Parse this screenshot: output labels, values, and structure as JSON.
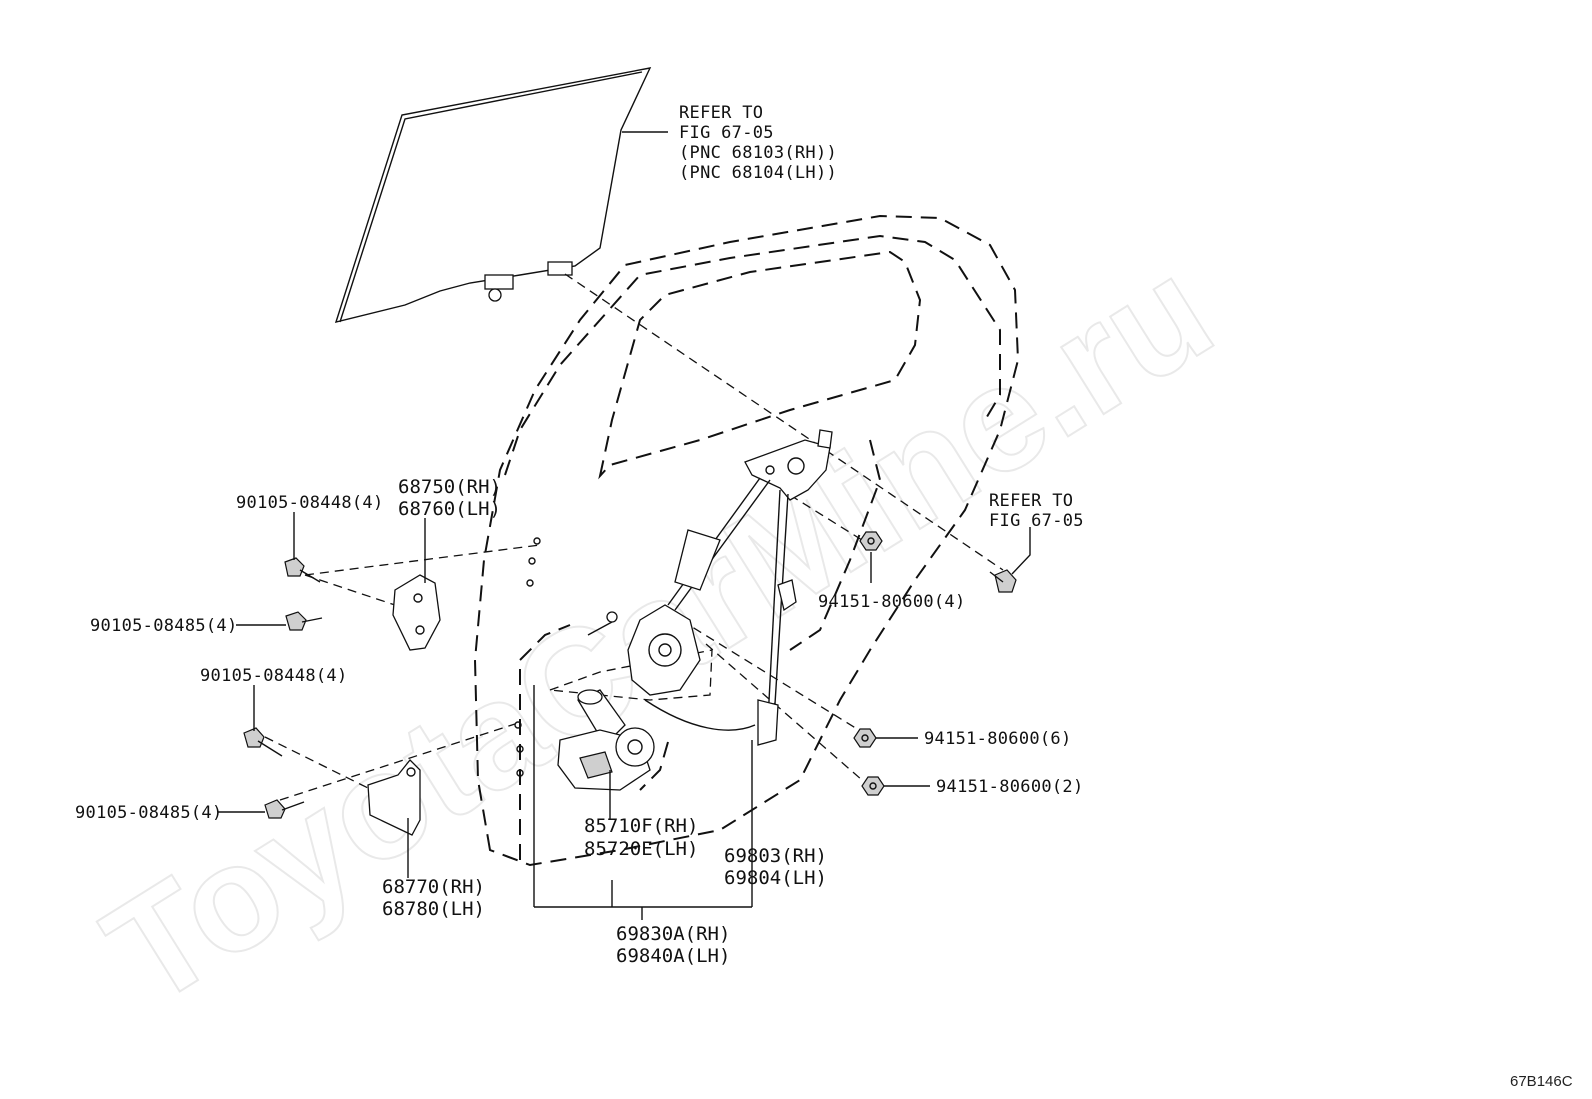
{
  "watermark": "ToyotaCarMine.ru",
  "figure_code": "67B146C",
  "labels": {
    "glass_ref_1": "REFER TO",
    "glass_ref_2": "FIG 67-05",
    "glass_ref_3": "(PNC 68103(RH))",
    "glass_ref_4": "(PNC 68104(LH))",
    "bolt_ref_1": "REFER TO",
    "bolt_ref_2": "FIG 67-05",
    "hinge_upper_rh": "68750(RH)",
    "hinge_upper_lh": "68760(LH)",
    "hinge_lower_rh": "68770(RH)",
    "hinge_lower_lh": "68780(LH)",
    "bolt_upper_a": "90105-08448(4)",
    "bolt_upper_b": "90105-08485(4)",
    "bolt_lower_a": "90105-08448(4)",
    "bolt_lower_b": "90105-08485(4)",
    "nut_a": "94151-80600(4)",
    "nut_b": "94151-80600(6)",
    "nut_c": "94151-80600(2)",
    "motor_rh": "85710F(RH)",
    "motor_lh": "85720E(LH)",
    "regulator_rh": "69803(RH)",
    "regulator_lh": "69804(LH)",
    "assembly_rh": "69830A(RH)",
    "assembly_lh": "69840A(LH)"
  }
}
